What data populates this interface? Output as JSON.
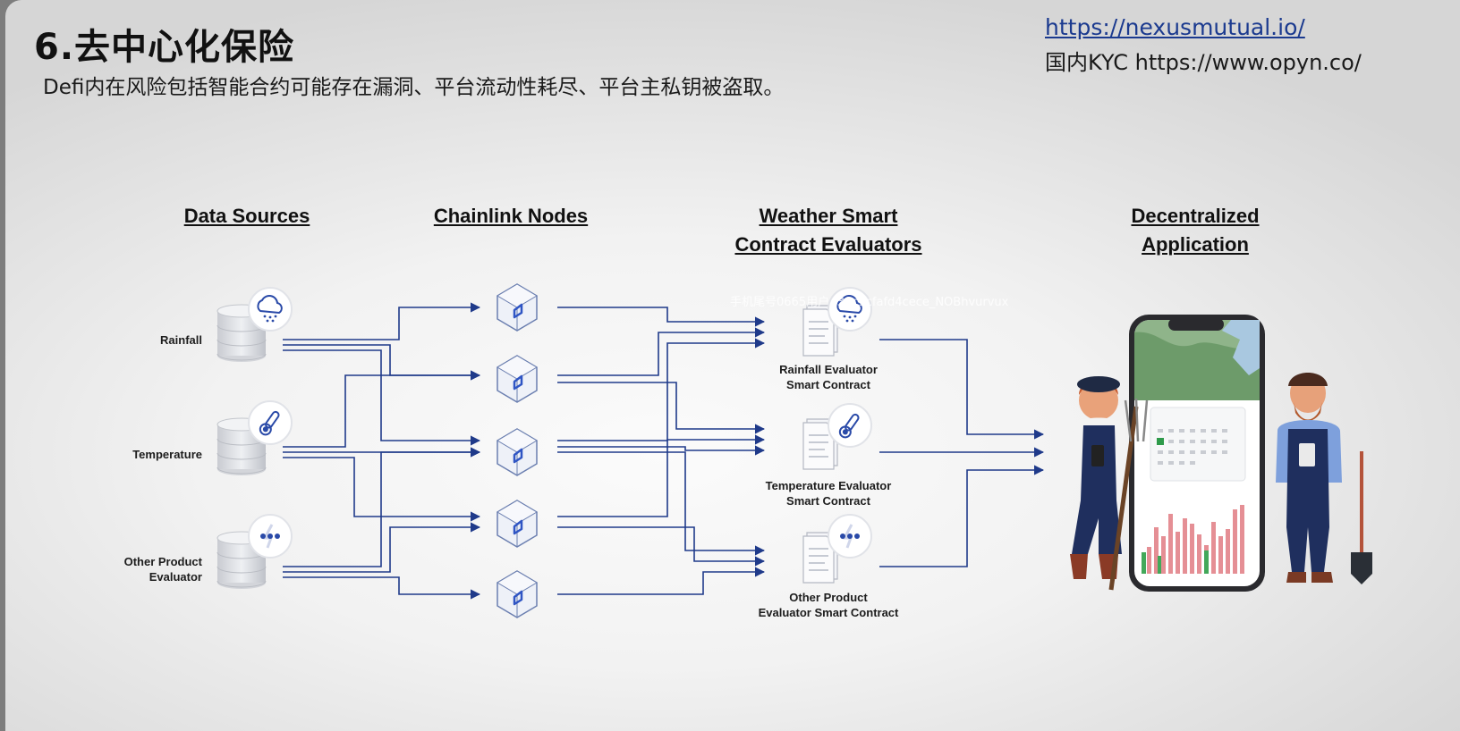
{
  "slide": {
    "title": "6.去中心化保险",
    "subtitle": "Defi内在风险包括智能合约可能存在漏洞、平台流动性耗尽、平台主私钥被盗取。",
    "link": "https://nexusmutual.io/",
    "kyc": "国内KYC https://www.opyn.co/",
    "watermark": "手机尾号0665用户 f39c9cfafd4cece_NOBhvurvux"
  },
  "diagram": {
    "columns": {
      "data_sources": "Data Sources",
      "chainlink_nodes": "Chainlink Nodes",
      "evaluators_l1": "Weather Smart",
      "evaluators_l2": "Contract Evaluators",
      "dapp_l1": "Decentralized",
      "dapp_l2": "Application"
    },
    "sources": [
      {
        "label": "Rainfall",
        "icon": "cloud-rain-icon"
      },
      {
        "label": "Temperature",
        "icon": "thermometer-icon"
      },
      {
        "label1": "Other Product",
        "label2": "Evaluator",
        "icon": "dots-bolt-icon"
      }
    ],
    "evaluators": [
      {
        "label1": "Rainfall Evaluator",
        "label2": "Smart Contract",
        "icon": "cloud-rain-icon"
      },
      {
        "label1": "Temperature Evaluator",
        "label2": "Smart Contract",
        "icon": "thermometer-icon"
      },
      {
        "label1": "Other Product",
        "label2": "Evaluator Smart Contract",
        "icon": "dots-bolt-icon"
      }
    ],
    "colors": {
      "arrow": "#1f3a8a",
      "node": "#5a7fd6",
      "accent": "#3b5fc8"
    }
  }
}
